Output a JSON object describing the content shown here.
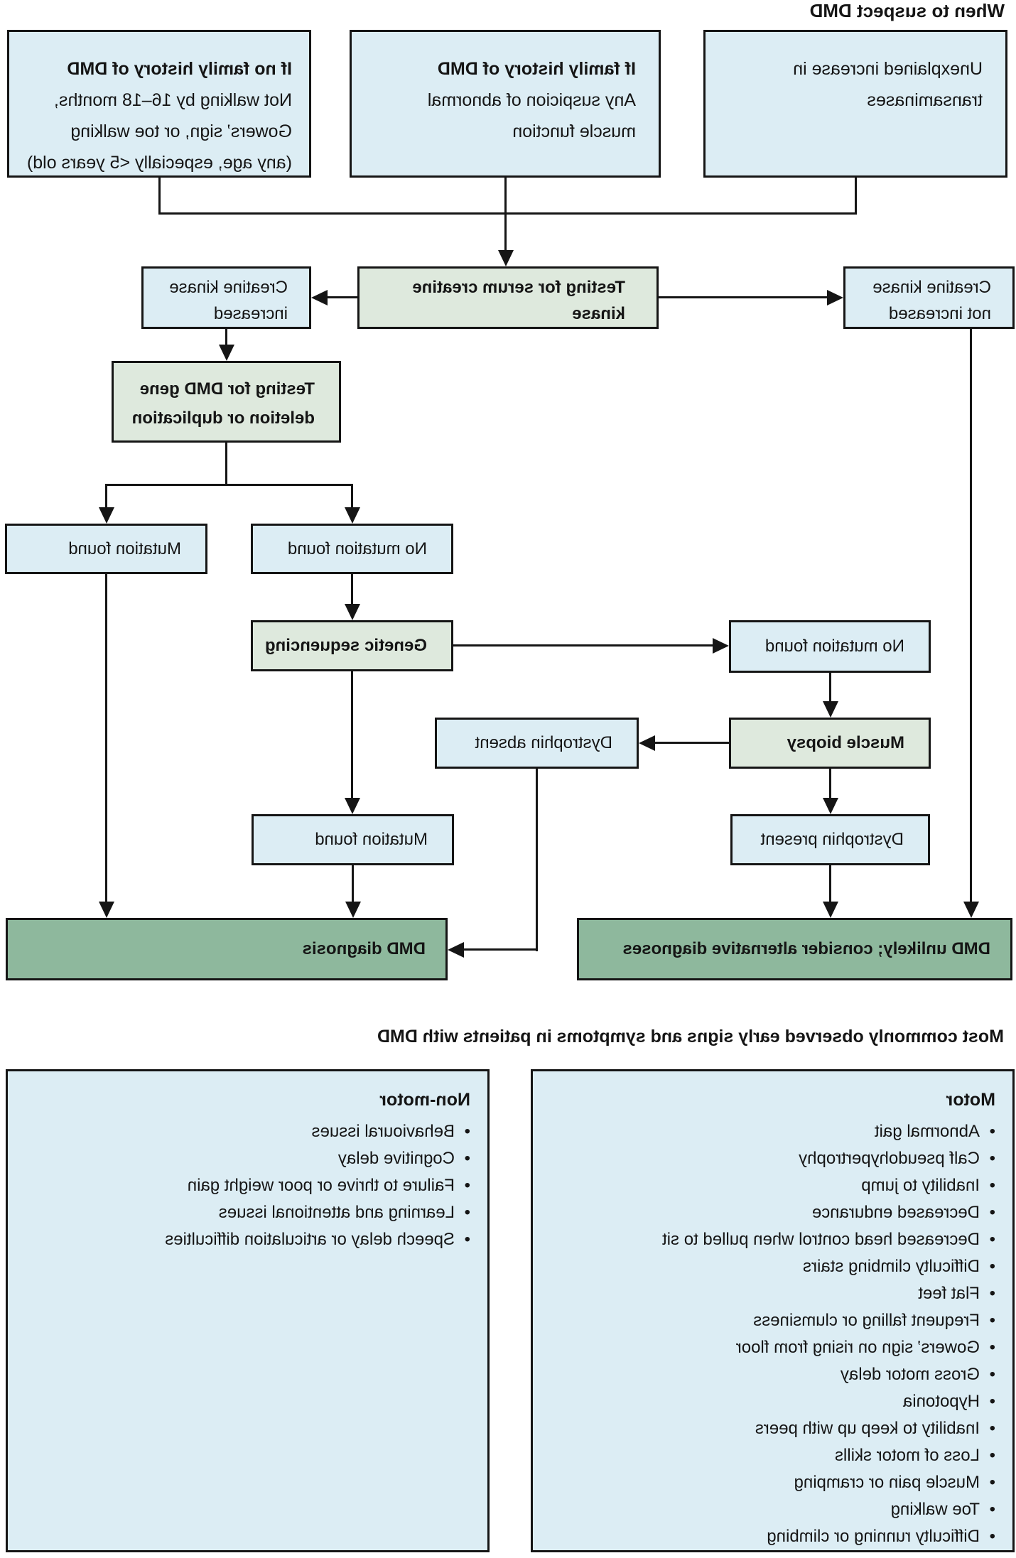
{
  "title": "When to suspect DMD",
  "bullet": "•",
  "nodes": {
    "unexplained": {
      "line1": "Unexplained increase in",
      "line2": "transaminases"
    },
    "family_history": {
      "bold": "If family history of DMD",
      "line1": "Any suspicion of abnormal",
      "line2": "muscle function"
    },
    "no_family_history": {
      "bold": "If no family history of DMD",
      "line1": "Not walking by 16–18 months,",
      "line2": "Gowers’ sign, or toe walking",
      "line3": "(any age, especially <5 years old)"
    },
    "ck_testing": {
      "line1": "Testing for serum creatine",
      "line2": "kinase"
    },
    "ck_not_increased": {
      "line1": "Creatine kinase",
      "line2": "not increased"
    },
    "ck_increased": {
      "line1": "Creatine kinase",
      "line2": "increased"
    },
    "gene_testing": {
      "line1": "Testing for DMD gene",
      "line2": "deletion or duplication"
    },
    "no_mutation_found_1": "No mutation found",
    "mutation_found_1": "Mutation found",
    "genetic_sequencing": "Genetic sequencing",
    "no_mutation_found_2": "No mutation found",
    "muscle_biopsy": "Muscle biopsy",
    "dystrophin_absent": "Dystrophin absent",
    "dystrophin_present": "Dystrophin present",
    "mutation_found_2": "Mutation found",
    "dmd_diagnosis": "DMD diagnosis",
    "dmd_unlikely": "DMD unlikely; consider alternative diagnoses"
  },
  "signs": {
    "title": "Most commonly observed early signs and symptoms in patients with DMD",
    "motor": {
      "header": "Motor",
      "items": [
        "Abnormal gait",
        "Calf pseudohypertrophy",
        "Inability to jump",
        "Decreased endurance",
        "Decreased head control when pulled to sit",
        "Difficulty climbing stairs",
        "Flat feet",
        "Frequent falling or clumsiness",
        "Gowers’ sign on rising from floor",
        "Gross motor delay",
        "Hypotonia",
        "Inability to keep up with peers",
        "Loss of motor skills",
        "Muscle pain or cramping",
        "Toe walking",
        "Difficulty running or climbing"
      ]
    },
    "non_motor": {
      "header": "Non-motor",
      "items": [
        "Behavioural issues",
        "Cognitive delay",
        "Failure to thrive or poor weight gain",
        "Learning and attentional issues",
        "Speech delay or articulation difficulties"
      ]
    }
  },
  "colors": {
    "light_blue": "#dcedf4",
    "sage": "#dee9dd",
    "dark_green": "#8eb89d",
    "border": "#151515"
  }
}
